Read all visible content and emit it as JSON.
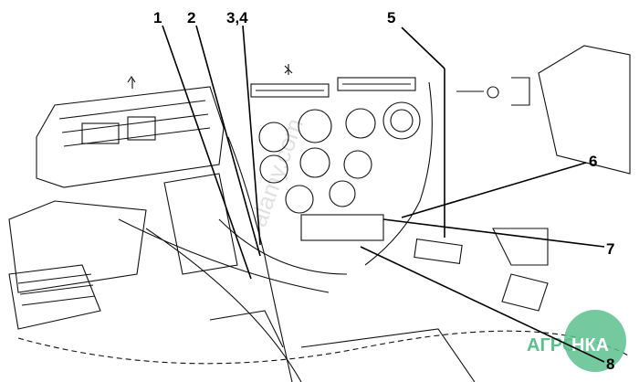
{
  "diagram": {
    "callouts": [
      {
        "id": "1",
        "label": "1"
      },
      {
        "id": "2",
        "label": "2"
      },
      {
        "id": "3-4",
        "label": "3,4"
      },
      {
        "id": "5",
        "label": "5"
      },
      {
        "id": "6",
        "label": "6"
      },
      {
        "id": "7",
        "label": "7"
      },
      {
        "id": "8",
        "label": "8"
      }
    ],
    "watermark": {
      "text": "АГРОНКА",
      "part1": "АГРО",
      "part2": "НКА",
      "color": "#5cc08e"
    },
    "diagonal_watermark": "alamy.com"
  }
}
